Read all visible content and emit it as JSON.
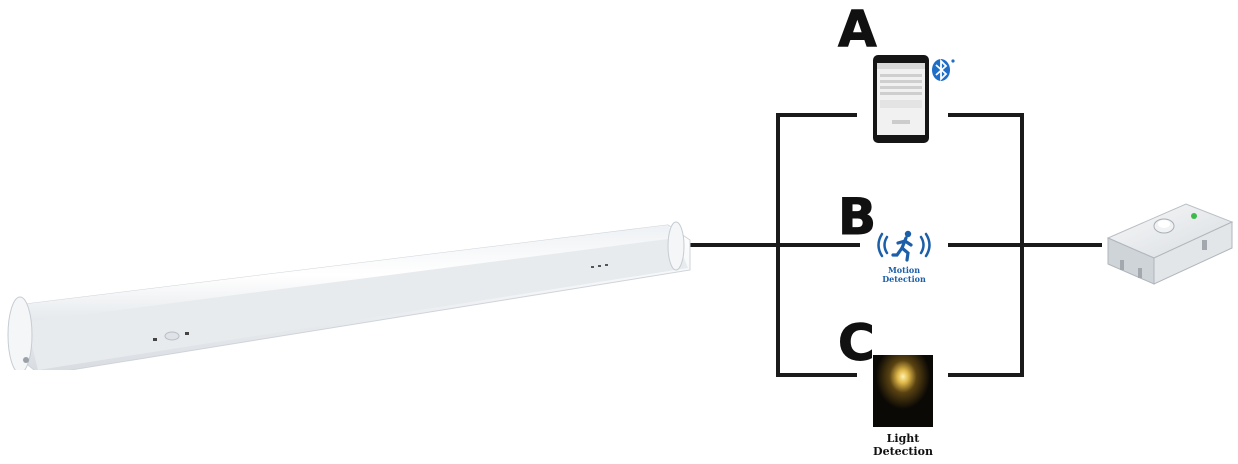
{
  "options": {
    "a": {
      "letter": "A"
    },
    "b": {
      "letter": "B",
      "caption_line1": "Motion",
      "caption_line2": "Detection"
    },
    "c": {
      "letter": "C",
      "caption_line1": "Light",
      "caption_line2": "Detection"
    }
  },
  "icons": {
    "fixture": "led-strip-light-fixture",
    "tablet": "tablet-app-icon",
    "bluetooth": "bluetooth-icon",
    "motion": "motion-sensor-running-man-icon",
    "light": "light-detection-icon",
    "controller": "sensor-controller-box"
  },
  "colors": {
    "line": "#1a1a1a",
    "bluetooth": "#1e6ec8",
    "motion": "#1c5fa8"
  }
}
